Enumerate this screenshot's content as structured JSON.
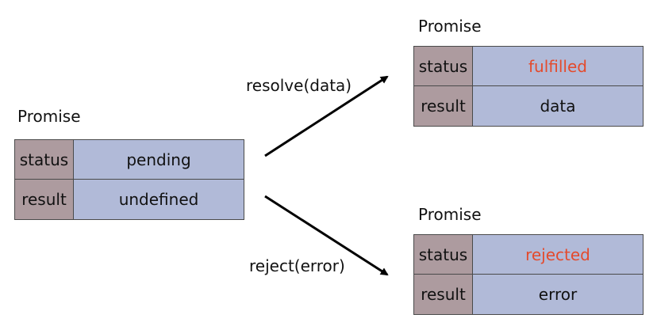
{
  "pending": {
    "title": "Promise",
    "status_key": "status",
    "status_value": "pending",
    "result_key": "result",
    "result_value": "undefined"
  },
  "fulfilled": {
    "title": "Promise",
    "status_key": "status",
    "status_value": "fulfilled",
    "result_key": "result",
    "result_value": "data"
  },
  "rejected": {
    "title": "Promise",
    "status_key": "status",
    "status_value": "rejected",
    "result_key": "result",
    "result_value": "error"
  },
  "transitions": {
    "resolve_label": "resolve(data)",
    "reject_label": "reject(error)"
  },
  "colors": {
    "key_cell": "#ad9b9f",
    "value_cell": "#b1bad8",
    "state_text": "#e44a2c",
    "border": "#4a4a4a"
  }
}
